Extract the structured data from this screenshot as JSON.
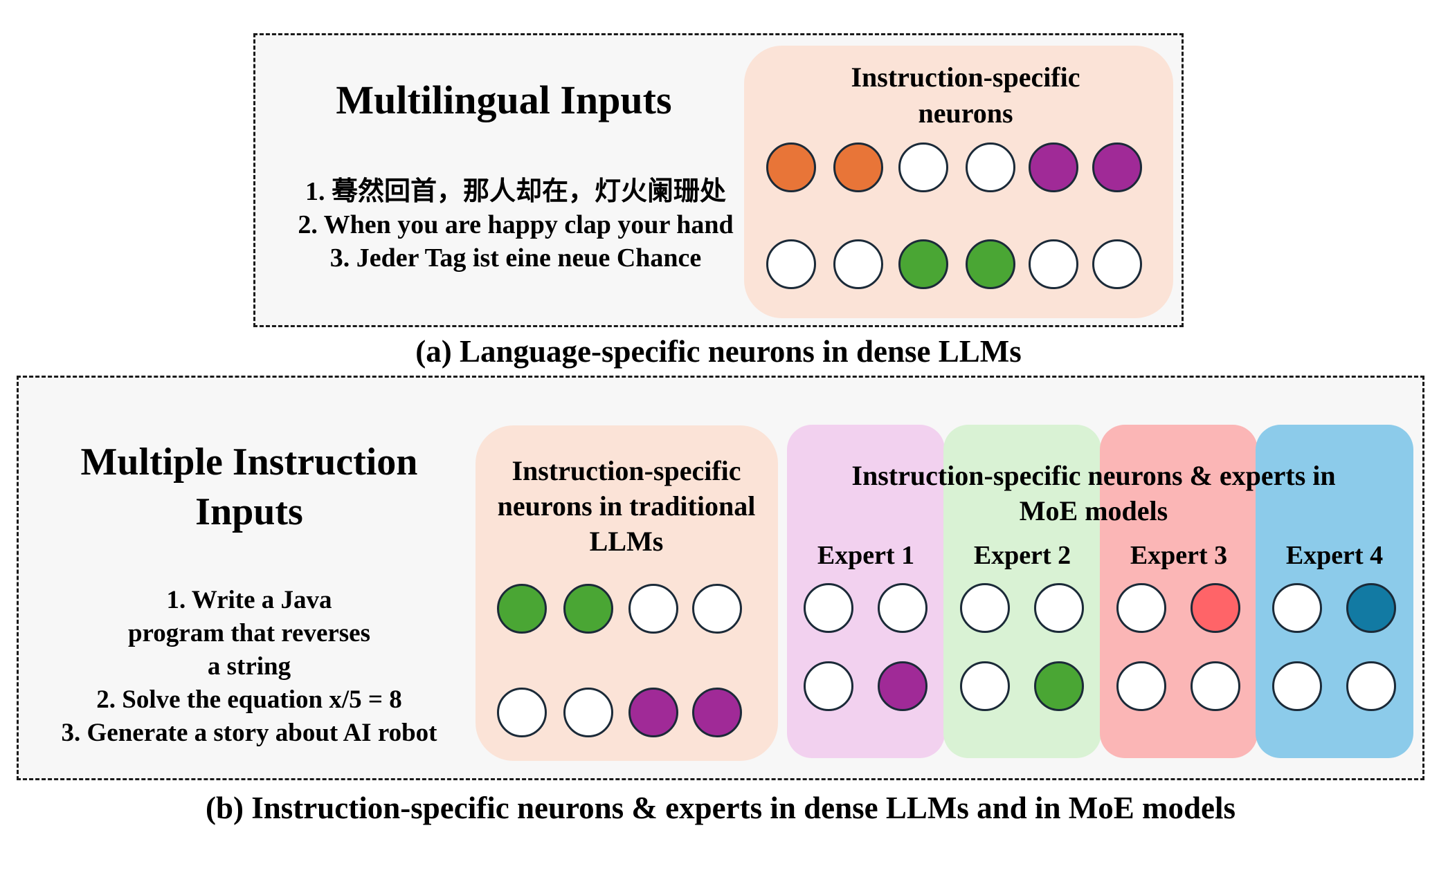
{
  "part_a": {
    "title": "Multilingual Inputs",
    "items": [
      "1. 蓦然回首，那人却在，灯火阑珊处",
      "2. When you are happy clap your hand",
      "3. Jeder Tag ist eine neue Chance"
    ],
    "panel_title": "Instruction-specific neurons",
    "caption": "(a) Language-specific neurons in dense LLMs",
    "neuron_rows": [
      [
        "orange",
        "orange",
        "white",
        "white",
        "purple",
        "purple"
      ],
      [
        "white",
        "white",
        "green",
        "green",
        "white",
        "white"
      ]
    ]
  },
  "part_b": {
    "title": "Multiple Instruction Inputs",
    "items": [
      "1. Write a Java program that reverses a string",
      "2. Solve the equation x/5 = 8",
      "3. Generate a story about AI robot"
    ],
    "traditional_panel_title": "Instruction-specific neurons in traditional LLMs",
    "traditional_neuron_rows": [
      [
        "green",
        "green",
        "white",
        "white"
      ],
      [
        "white",
        "white",
        "purple",
        "purple"
      ]
    ],
    "moe_title": "Instruction-specific neurons & experts in MoE models",
    "experts": [
      {
        "label": "Expert 1",
        "bg": "#f2d1ef",
        "neurons": [
          "white",
          "white",
          "white",
          "purple"
        ]
      },
      {
        "label": "Expert 2",
        "bg": "#d9f2d4",
        "neurons": [
          "white",
          "white",
          "white",
          "green"
        ]
      },
      {
        "label": "Expert 3",
        "bg": "#fbb6b6",
        "neurons": [
          "white",
          "red",
          "white",
          "white"
        ]
      },
      {
        "label": "Expert 4",
        "bg": "#8ccbea",
        "neurons": [
          "white",
          "blue",
          "white",
          "white"
        ]
      }
    ],
    "caption": "(b) Instruction-specific neurons & experts in dense LLMs and in MoE models"
  },
  "colors": {
    "orange": "#e87538",
    "purple": "#a02a97",
    "green": "#4aa634",
    "white": "#ffffff",
    "red": "#ff6468",
    "blue": "#127aa3",
    "neuron_panel_bg": "#fbe3d7",
    "box_bg": "#f7f7f7"
  }
}
